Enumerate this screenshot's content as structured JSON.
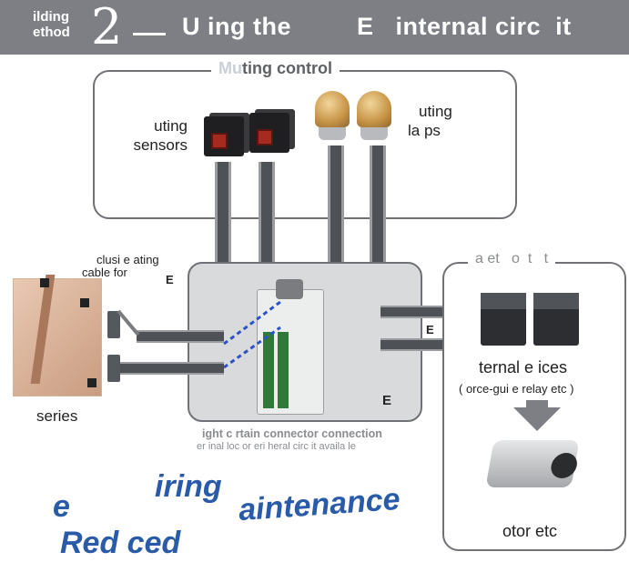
{
  "header": {
    "method_line1": "ilding",
    "method_line2": "ethod",
    "number": "2",
    "title": "U ing the         E   internal circ  it"
  },
  "muting_box": {
    "title_faded": "Mu",
    "title_rest": "ting control",
    "sensors_label_1": "uting",
    "sensors_label_2": "sensors",
    "lamps_label_1": "uting",
    "lamps_label_2": "la  ps"
  },
  "cable_label": {
    "line1": "clusi e   ating",
    "line2": "cable for",
    "marker": "E"
  },
  "controller": {
    "marker": "E",
    "side_marker": "E"
  },
  "series_label": "series",
  "connection_note": {
    "line1": "ight c  rtain connector connection",
    "line2": "er  inal  loc    or  eri  heral circ  it  availa  le"
  },
  "devices_box": {
    "title": "a et   o  t   t",
    "label_1": "ternal    e  ices",
    "label_2": "(  orce-gui  e   relay  etc )",
    "motor_label": "otor  etc"
  },
  "slogan": {
    "line1_a": "e",
    "line1_b": "iring",
    "line2_a": "Red  ced",
    "line2_b": "aintenance"
  },
  "colors": {
    "header_bg": "#7d7f85",
    "slogan_blue": "#2a5ba8",
    "controller_bg": "#d9dadc"
  }
}
